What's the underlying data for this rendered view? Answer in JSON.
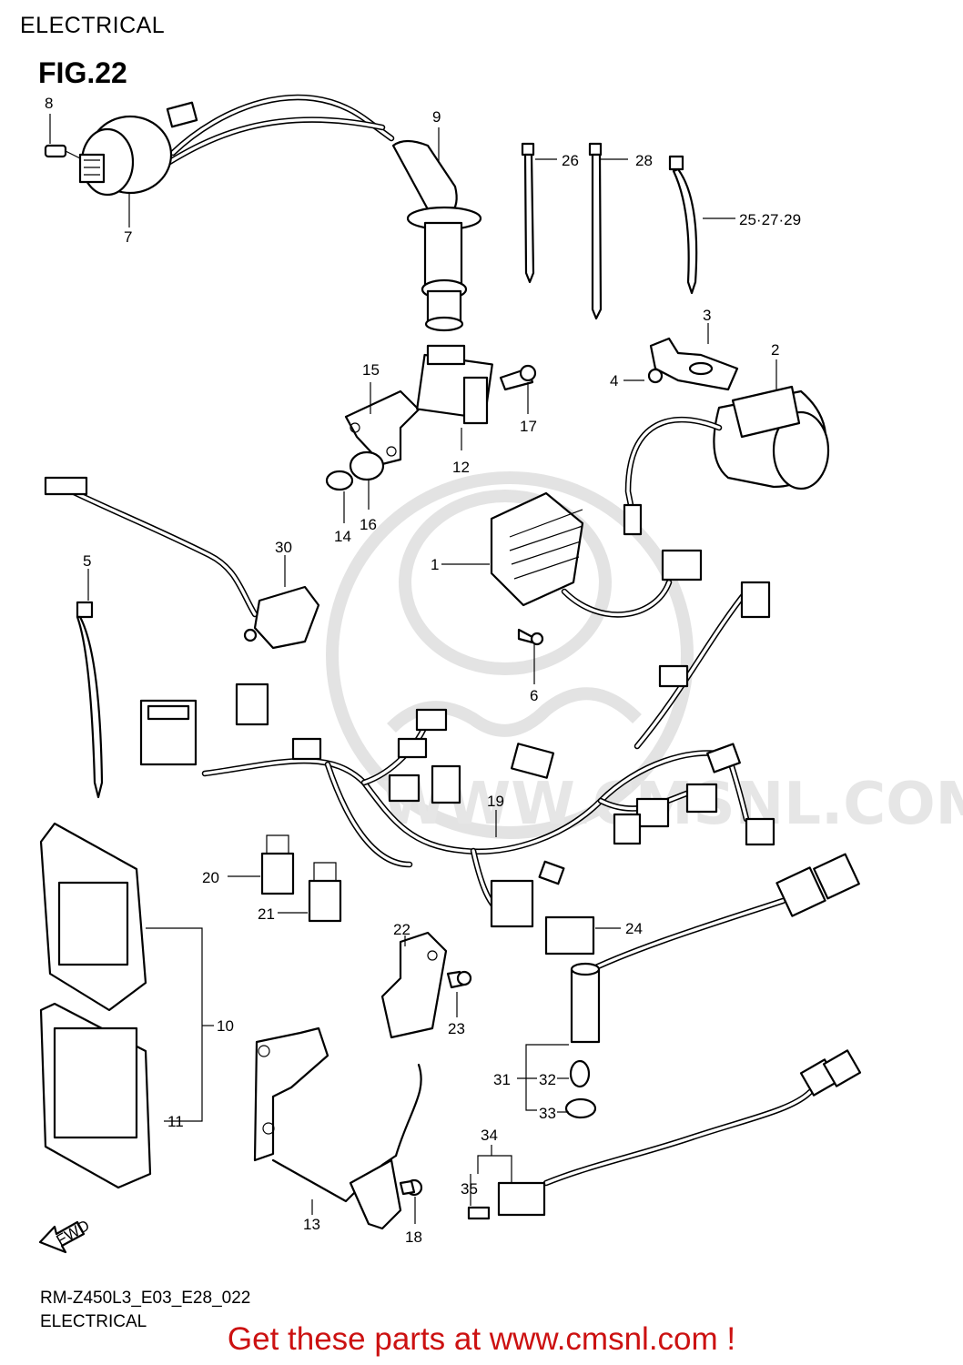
{
  "header": {
    "section_title": "ELECTRICAL",
    "figure_number": "FIG.22"
  },
  "footer": {
    "diagram_code": "RM-Z450L3_E03_E28_022",
    "section_title": "ELECTRICAL"
  },
  "promo": {
    "text": "Get these parts at www.cmsnl.com !",
    "color": "#cc1111"
  },
  "watermark": {
    "text": "WWW.CMSNL.COM",
    "color": "#e6e6e6"
  },
  "direction_marker": {
    "text": "FWD",
    "icon": "forward-arrow-icon"
  },
  "callouts": [
    "1",
    "2",
    "3",
    "4",
    "5",
    "6",
    "7",
    "8",
    "9",
    "10",
    "11",
    "12",
    "13",
    "14",
    "15",
    "16",
    "17",
    "18",
    "19",
    "20",
    "21",
    "22",
    "23",
    "24",
    "25·27·29",
    "26",
    "28",
    "30",
    "31",
    "32",
    "33",
    "34",
    "35"
  ]
}
